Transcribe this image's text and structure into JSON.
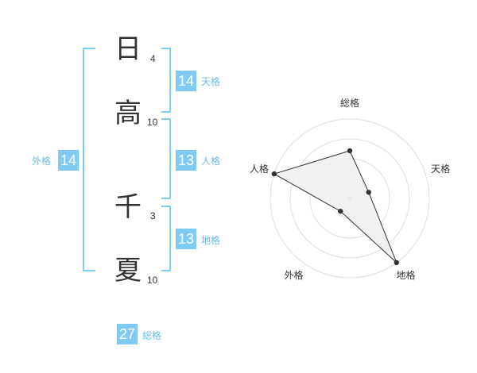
{
  "name": {
    "chars": [
      {
        "char": "日",
        "strokes": "4"
      },
      {
        "char": "高",
        "strokes": "10"
      },
      {
        "char": "千",
        "strokes": "3"
      },
      {
        "char": "夏",
        "strokes": "10"
      }
    ]
  },
  "scores": {
    "tenkaku": {
      "value": "14",
      "label": "天格"
    },
    "jinkaku": {
      "value": "13",
      "label": "人格"
    },
    "chikaku": {
      "value": "13",
      "label": "地格"
    },
    "gaikaku": {
      "value": "14",
      "label": "外格"
    },
    "soukaku": {
      "value": "27",
      "label": "総格"
    }
  },
  "colors": {
    "accent": "#7fcbf4",
    "accent_text": "#69bce8",
    "ring": "#dddddd",
    "fill": "#efefef"
  },
  "chart_data": {
    "type": "radar",
    "axes": [
      "総格",
      "天格",
      "地格",
      "外格",
      "人格"
    ],
    "values": [
      0.6,
      0.25,
      1.0,
      0.2,
      1.0
    ],
    "rings": 4
  }
}
